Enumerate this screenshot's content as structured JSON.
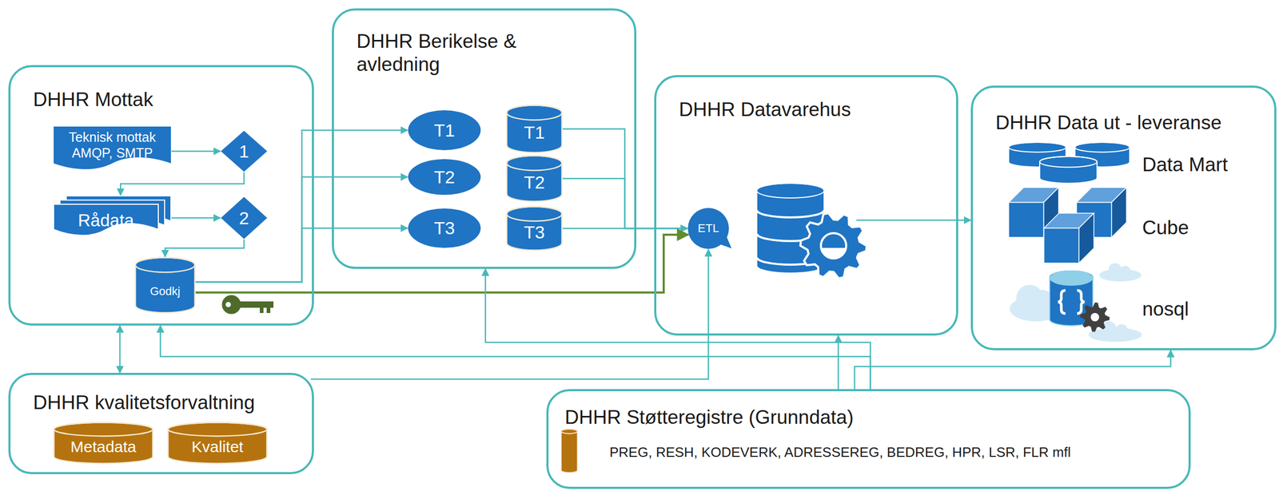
{
  "diagram": {
    "nodes": [
      {
        "text": [
          "DHHR Mottak"
        ]
      },
      {
        "text": [
          "Teknisk mottak AMQP, SMTP"
        ],
        "in": 0
      },
      {
        "text": [
          "1"
        ],
        "in": 0
      },
      {
        "text": [
          "Rådata"
        ],
        "in": 0
      },
      {
        "text": [
          "2"
        ],
        "in": 0
      },
      {
        "text": [
          "Godkj"
        ],
        "in": 0
      },
      {
        "text": [
          "DHHR Berikelse & avledning"
        ]
      },
      {
        "text": [
          "T1"
        ],
        "in": 6
      },
      {
        "text": [
          "T1"
        ],
        "in": 6
      },
      {
        "text": [
          "T2"
        ],
        "in": 6
      },
      {
        "text": [
          "T2"
        ],
        "in": 6
      },
      {
        "text": [
          "T3"
        ],
        "in": 6
      },
      {
        "text": [
          "T3"
        ],
        "in": 6
      },
      {
        "text": [
          "DHHR Datavarehus"
        ]
      },
      {
        "text": [
          "ETL"
        ],
        "in": 13
      },
      {
        "text": [
          "DHHR Data ut - leveranse"
        ]
      },
      {
        "text": [
          "DHHR kvalitetsforvaltning"
        ]
      },
      {
        "text": [
          "Metadata"
        ],
        "in": 16
      },
      {
        "text": [
          "Kvalitet"
        ],
        "in": 16
      },
      {
        "text": [
          "DHHR Støtteregistre (Grunndata)",
          "PREG, RESH, KODEVERK, ADRESSEREG, BEDREG, HPR, LSR, FLR mfl"
        ]
      }
    ],
    "edges": [
      {
        "from": 1,
        "to": 2,
        "arrow": "to"
      },
      {
        "from": 2,
        "to": 3,
        "arrow": "to"
      },
      {
        "from": 3,
        "to": 4,
        "arrow": "to"
      },
      {
        "from": 4,
        "to": 5,
        "arrow": "to"
      },
      {
        "from": 5,
        "to": 7,
        "arrow": "to"
      },
      {
        "from": 5,
        "to": 9,
        "arrow": "to"
      },
      {
        "from": 5,
        "to": 11,
        "arrow": "to"
      },
      {
        "from": 8,
        "to": 14,
        "arrow": "to"
      },
      {
        "from": 10,
        "to": 14,
        "arrow": "to"
      },
      {
        "from": 12,
        "to": 14,
        "arrow": "to"
      },
      {
        "from": 5,
        "to": 14,
        "arrow": "to"
      },
      {
        "from": 13,
        "to": 15,
        "arrow": "to"
      },
      {
        "from": 16,
        "to": 0,
        "arrow": "both"
      },
      {
        "from": 19,
        "to": 0,
        "arrow": "to"
      },
      {
        "from": 19,
        "to": 6,
        "arrow": "to"
      },
      {
        "from": 19,
        "to": 13,
        "arrow": "to"
      },
      {
        "from": 19,
        "to": 15,
        "arrow": "to"
      },
      {
        "from": 16,
        "to": 14,
        "arrow": "to"
      }
    ],
    "labels": [
      "Data Mart",
      "Cube",
      "nosql"
    ]
  }
}
